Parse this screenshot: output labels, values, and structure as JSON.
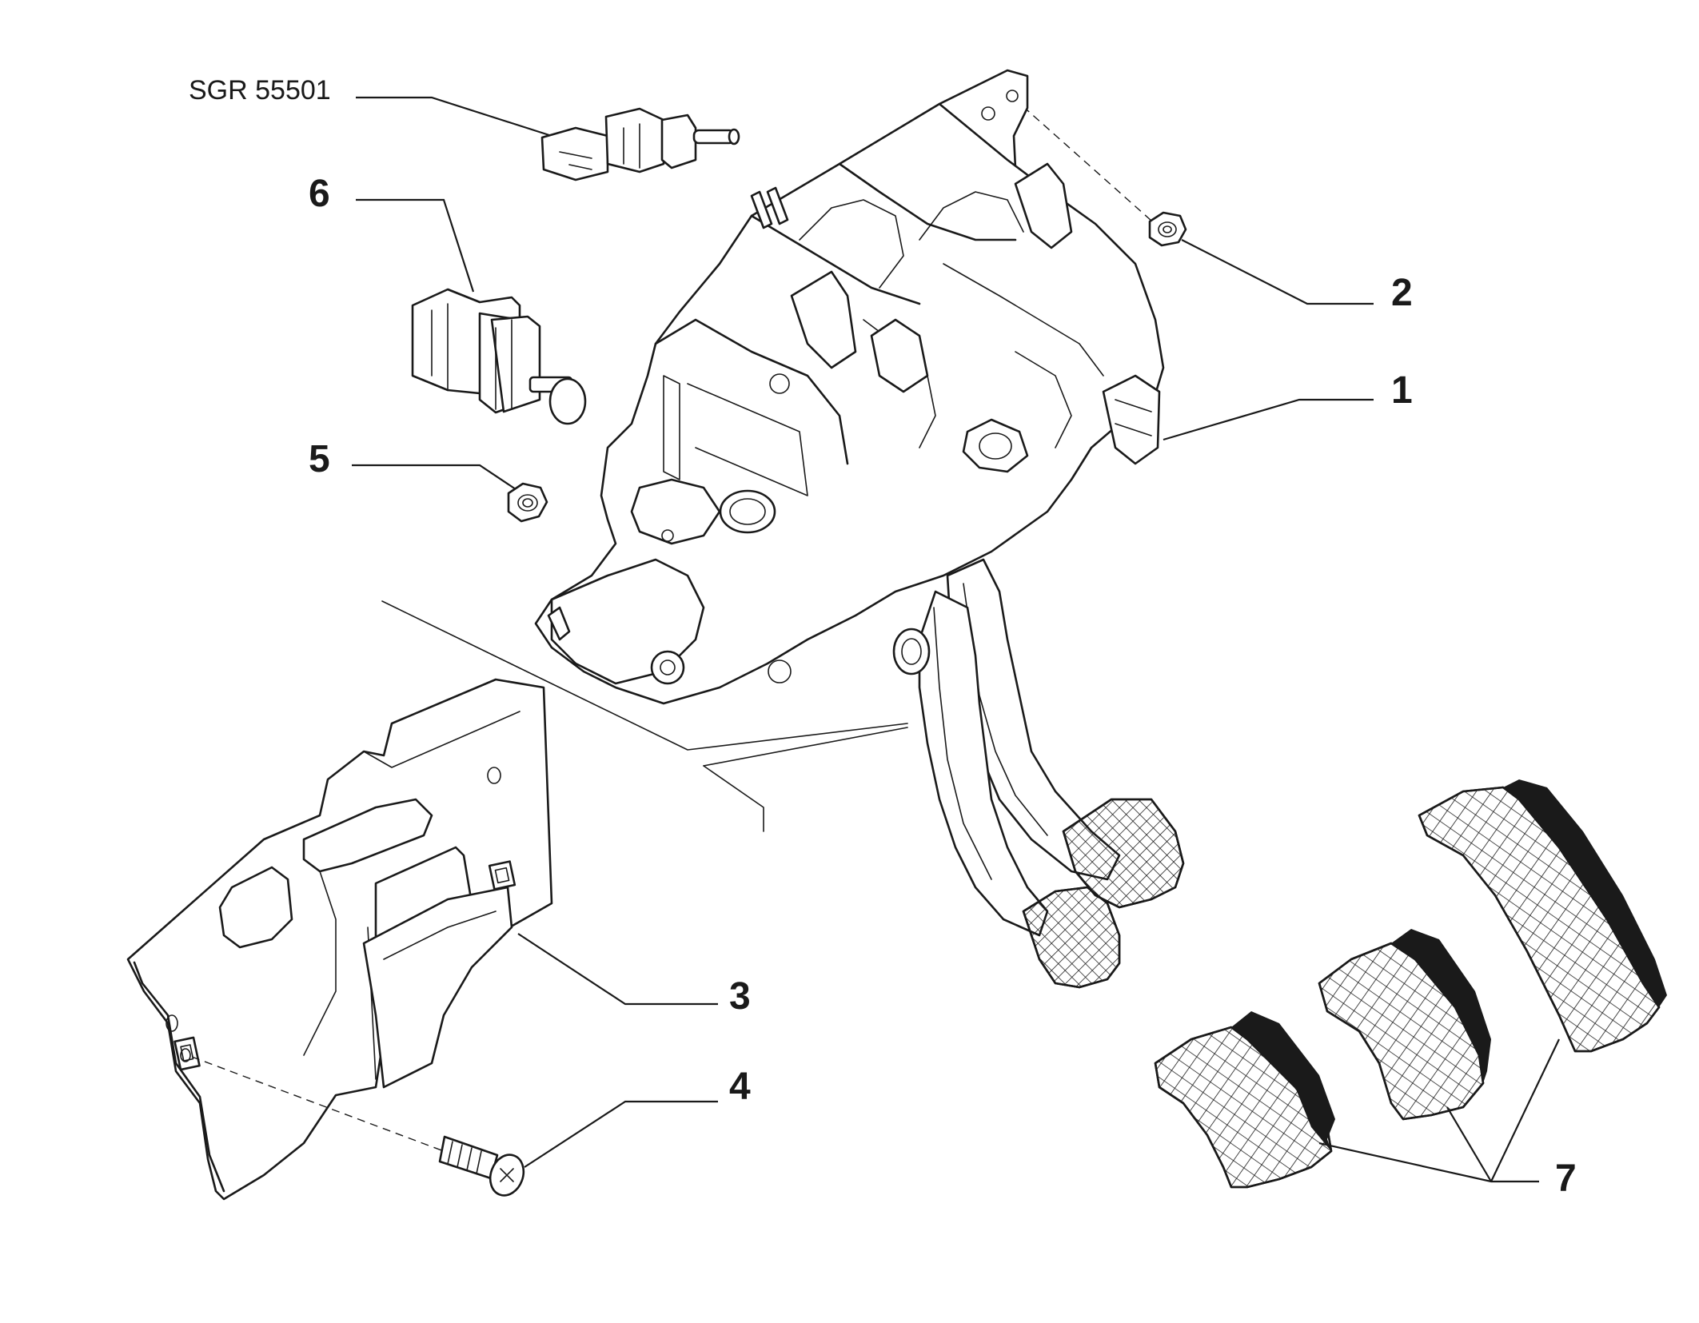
{
  "diagram": {
    "reference_code": "SGR 55501",
    "callouts": {
      "c1": "1",
      "c2": "2",
      "c3": "3",
      "c4": "4",
      "c5": "5",
      "c6": "6",
      "c7": "7"
    },
    "ink_color": "#1a1a1a",
    "background_color": "#ffffff"
  }
}
